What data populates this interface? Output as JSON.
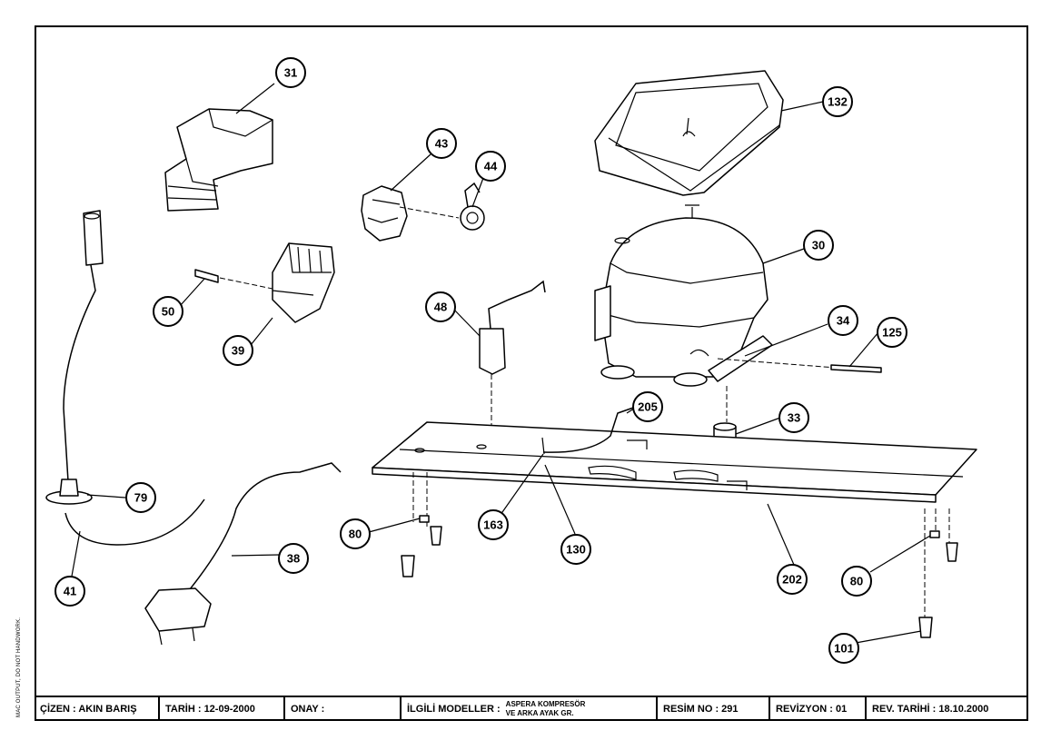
{
  "callouts": {
    "c31": "31",
    "c132": "132",
    "c43": "43",
    "c44": "44",
    "c30": "30",
    "c50": "50",
    "c39": "39",
    "c48": "48",
    "c34": "34",
    "c125": "125",
    "c205": "205",
    "c33": "33",
    "c79": "79",
    "c80a": "80",
    "c163": "163",
    "c130": "130",
    "c38": "38",
    "c41": "41",
    "c202": "202",
    "c80b": "80",
    "c101": "101"
  },
  "title_block": {
    "cizen": "ÇİZEN : AKIN BARIŞ",
    "tarih": "TARİH : 12-09-2000",
    "onay": "ONAY :",
    "ilgili_label": "İLGİLİ MODELLER :",
    "ilgili_line1": "ASPERA KOMPRESÖR",
    "ilgili_line2": "VE ARKA AYAK GR.",
    "resim_no": "RESİM NO : 291",
    "revizyon": "REVİZYON : 01",
    "rev_tarihi": "REV. TARİHİ : 18.10.2000"
  },
  "side_note": "MAC OUTPUT, DO NOT HANDWORK."
}
